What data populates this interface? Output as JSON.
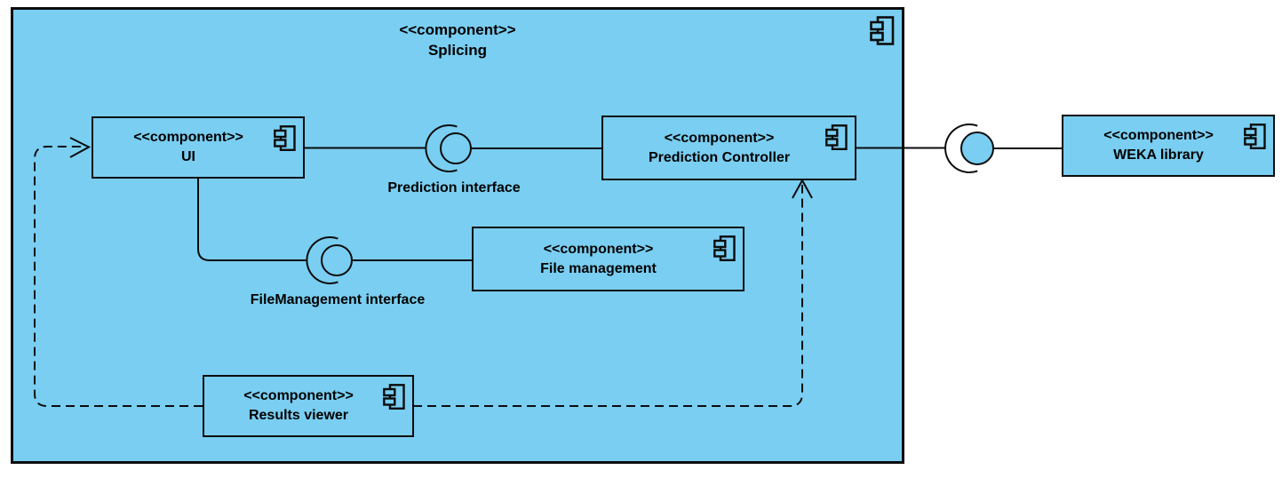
{
  "container": {
    "stereotype": "<<component>>",
    "name": "Splicing"
  },
  "components": {
    "ui": {
      "stereotype": "<<component>>",
      "name": "UI"
    },
    "prediction_controller": {
      "stereotype": "<<component>>",
      "name": "Prediction Controller"
    },
    "file_management": {
      "stereotype": "<<component>>",
      "name": "File management"
    },
    "results_viewer": {
      "stereotype": "<<component>>",
      "name": "Results viewer"
    },
    "weka_library": {
      "stereotype": "<<component>>",
      "name": "WEKA library"
    }
  },
  "interface_labels": {
    "prediction": "Prediction interface",
    "file_management": "FileManagement interface"
  },
  "relationships": [
    {
      "type": "ball-and-socket-interface",
      "socket_side": "UI",
      "ball_side": "Prediction Controller",
      "label": "Prediction interface"
    },
    {
      "type": "ball-and-socket-interface",
      "socket_side": "UI",
      "ball_side": "File management",
      "label": "FileManagement interface"
    },
    {
      "type": "ball-and-socket-interface",
      "socket_side": "Prediction Controller",
      "ball_side": "WEKA library",
      "label": ""
    },
    {
      "type": "dashed-dependency-arrow",
      "from": "Results viewer",
      "to": "UI"
    },
    {
      "type": "dashed-dependency-arrow",
      "from": "Results viewer",
      "to": "Prediction Controller"
    }
  ],
  "colors": {
    "component_fill": "#79cef1",
    "stroke": "#0c0c0c",
    "canvas_background": "#ffffff"
  }
}
